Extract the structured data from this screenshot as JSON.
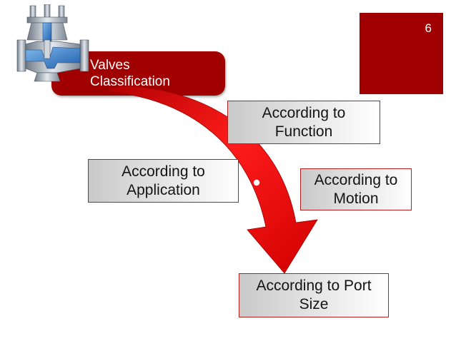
{
  "slide": {
    "page_number": "6",
    "title": "Valves\nClassification"
  },
  "categories": {
    "function": "According to\nFunction",
    "application": "According to\nApplication",
    "motion": "According to\nMotion",
    "port_size": "According to Port\nSize"
  },
  "colors": {
    "accent": "#a10000",
    "arrow": "#e01010",
    "box_border": "#b22020"
  }
}
